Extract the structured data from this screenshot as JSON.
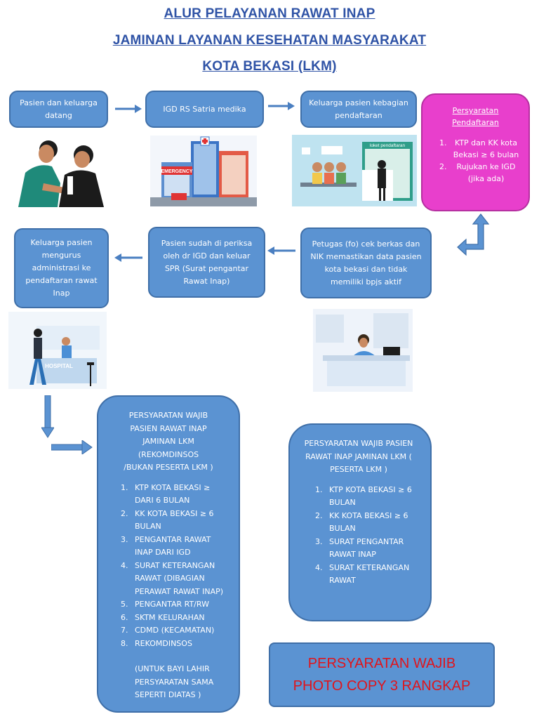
{
  "title": {
    "line1": "ALUR PELAYANAN RAWAT INAP",
    "line2": "JAMINAN LAYANAN KESEHATAN MASYARAKAT",
    "line3": "KOTA BEKASI (LKM)"
  },
  "steps": {
    "s1": "Pasien dan keluarga datang",
    "s2": "IGD RS Satria medika",
    "s3": "Keluarga pasien kebagian pendaftaran",
    "s4": "Petugas (fo) cek berkas dan NIK memastikan data pasien kota bekasi dan tidak memiliki bpjs aktif",
    "s5": "Pasien sudah di periksa oleh dr IGD dan  keluar SPR (Surat pengantar Rawat Inap)",
    "s6": "Keluarga pasien mengurus administrasi ke pendaftaran rawat Inap"
  },
  "registration": {
    "heading": "Persyaratan Pendaftaran",
    "items": [
      "KTP dan KK kota Bekasi  ≥ 6 bulan",
      "Rujukan ke IGD (jika ada)"
    ]
  },
  "req_non_member": {
    "heading": "PERSYARATAN WAJIB PASIEN RAWAT INAP JAMINAN LKM (REKOMDINSOS /BUKAN PESERTA LKM )",
    "items": [
      "KTP KOTA BEKASI ≥ DARI 6 BULAN",
      "KK KOTA BEKASI ≥ 6 BULAN",
      "PENGANTAR RAWAT INAP DARI IGD",
      "SURAT KETERANGAN RAWAT (DIBAGIAN PERAWAT RAWAT INAP)",
      "PENGANTAR RT/RW",
      "SKTM KELURAHAN",
      "CDMD (KECAMATAN)",
      "REKOMDINSOS"
    ],
    "note": "(UNTUK BAYI LAHIR PERSYARATAN SAMA SEPERTI DIATAS )"
  },
  "req_member": {
    "heading": "PERSYARATAN WAJIB PASIEN RAWAT INAP JAMINAN LKM ( PESERTA LKM )",
    "items": [
      "KTP KOTA BEKASI  ≥ 6 BULAN",
      "KK KOTA BEKASI ≥ 6 BULAN",
      "SURAT PENGANTAR RAWAT INAP",
      "SURAT KETERANGAN RAWAT"
    ]
  },
  "photocopy": {
    "line1": "PERSYARATAN WAJIB",
    "line2": "PHOTO COPY 3 RANGKAP"
  },
  "illustrations": {
    "hospital_sign": "EMERGENCY",
    "counter_sign": "loket pendaftaran",
    "reception_sign": "HOSPITAL"
  },
  "colors": {
    "title": "#2f53a6",
    "box": "#5b93d2",
    "box_border": "#3f6fa8",
    "pink": "#e83fcc",
    "red_text": "#e0141b"
  }
}
